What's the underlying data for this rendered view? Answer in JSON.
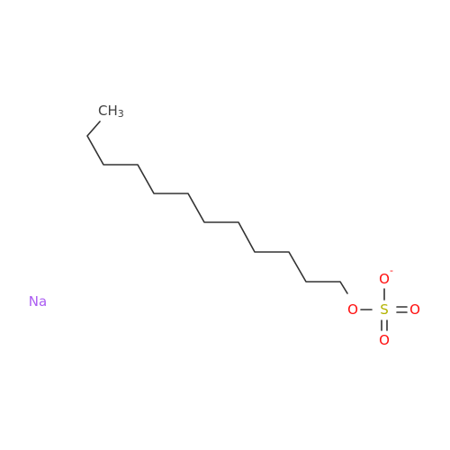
{
  "molecule": {
    "atoms": {
      "methyl": {
        "main": "CH",
        "sub": "3"
      },
      "ester_oxygen": "O",
      "sulfur": "S",
      "oxygen_top": "O",
      "oxygen_top_charge": "-",
      "oxygen_right": "O",
      "oxygen_bottom": "O",
      "counter_ion": "Na"
    },
    "colors": {
      "bond": "#333333",
      "carbon": "#404040",
      "oxygen": "#ff0d0d",
      "sulfur": "#b3b300",
      "sodium": "#ab5cf2"
    }
  }
}
